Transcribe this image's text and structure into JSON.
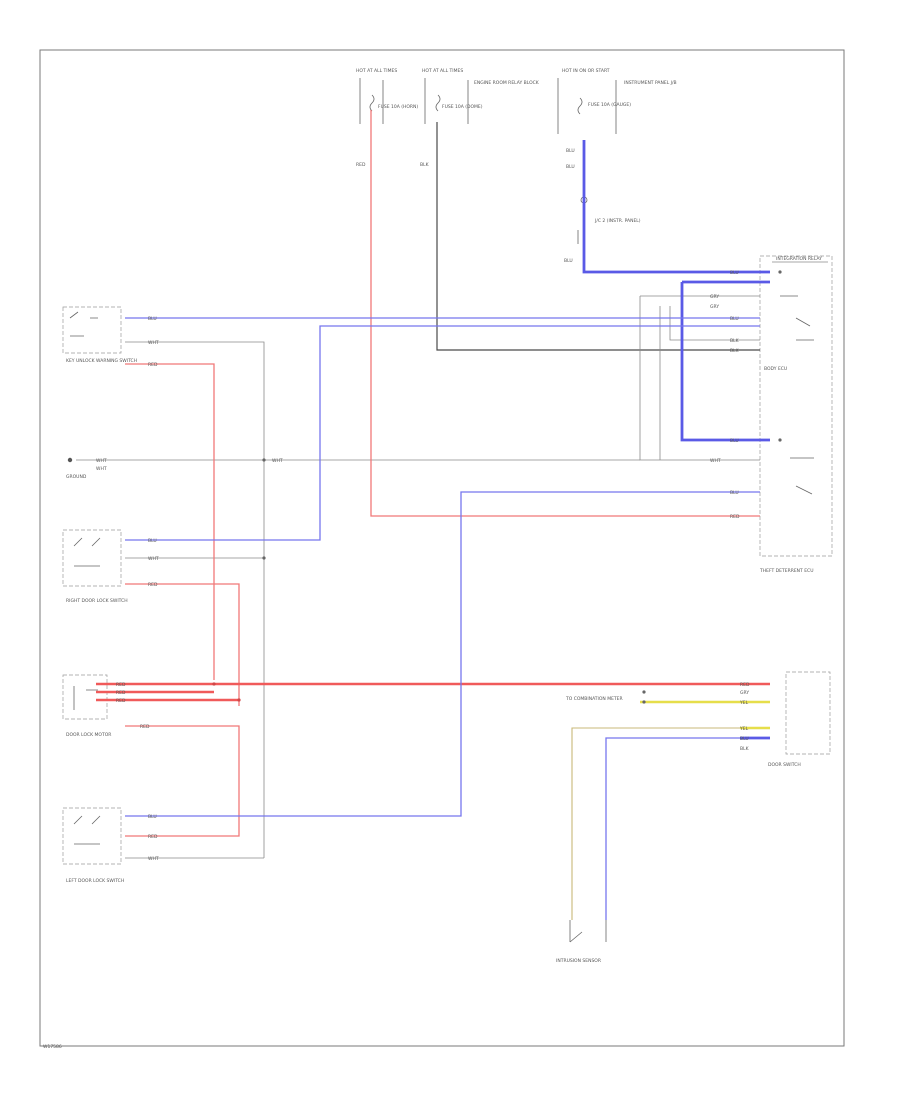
{
  "page_code": "W17586",
  "labels": {
    "fuse1_title": "HOT AT ALL TIMES",
    "fuse1_desc": "FUSE 10A (HORN)",
    "fuse2_title": "HOT AT ALL TIMES",
    "fuse2_desc": "FUSE 10A (DOME)",
    "fuse2_note": "ENGINE ROOM RELAY BLOCK",
    "fuse3_title": "HOT IN ON OR START",
    "fuse3_desc": "FUSE 10A (GAUGE)",
    "fuse3_note": "INSTRUMENT PANEL J/B",
    "junction_note": "J/C 2 (INSTR. PANEL)",
    "switch1_label": "KEY UNLOCK WARNING SWITCH",
    "switch2_label": "DOOR SWITCH",
    "ground_label": "GROUND",
    "rdoor_label": "RIGHT DOOR LOCK SWITCH",
    "lock_label": "DOOR LOCK MOTOR",
    "ldoor_label": "LEFT DOOR LOCK SWITCH",
    "ecu_top_label": "INTEGRATION RELAY",
    "ecu_bottom_label": "BODY ECU",
    "ecu2_label": "THEFT DETERRENT ECU",
    "sensor_label": "INTRUSION SENSOR",
    "combo_label": "TO COMBINATION METER",
    "wire_red": "RED",
    "wire_blu": "BLU",
    "wire_blk": "BLK",
    "wire_wht": "WHT",
    "wire_yel": "YEL",
    "wire_gry": "GRY"
  },
  "colors": {
    "red_wire": "#f07878",
    "blue_wire": "#7676ee",
    "yellow_wire": "#e8e070",
    "black_wire": "#4a4a4a",
    "frame": "#8a8a8a"
  }
}
